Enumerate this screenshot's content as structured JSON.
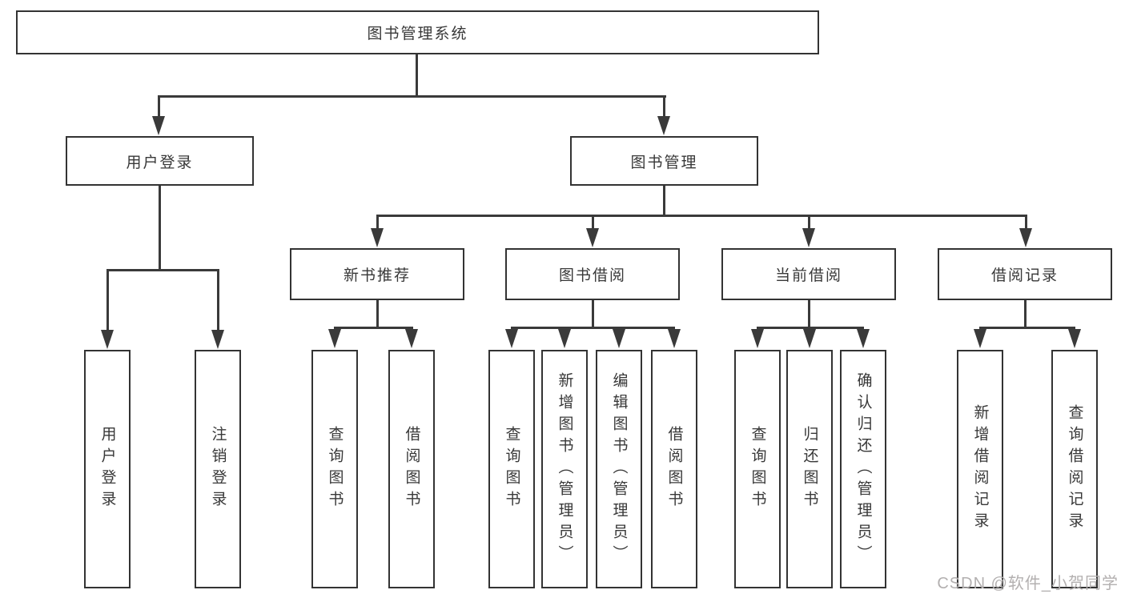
{
  "tree": {
    "label": "图书管理系统",
    "children": [
      {
        "label": "用户登录",
        "children": [
          {
            "label": "用户登录"
          },
          {
            "label": "注销登录"
          }
        ]
      },
      {
        "label": "图书管理",
        "children": [
          {
            "label": "新书推荐",
            "children": [
              {
                "label": "查询图书"
              },
              {
                "label": "借阅图书"
              }
            ]
          },
          {
            "label": "图书借阅",
            "children": [
              {
                "label": "查询图书"
              },
              {
                "label": "新增图书（管理员）"
              },
              {
                "label": "编辑图书（管理员）"
              },
              {
                "label": "借阅图书"
              }
            ]
          },
          {
            "label": "当前借阅",
            "children": [
              {
                "label": "查询图书"
              },
              {
                "label": "归还图书"
              },
              {
                "label": "确认归还（管理员）"
              }
            ]
          },
          {
            "label": "借阅记录",
            "children": [
              {
                "label": "新增借阅记录"
              },
              {
                "label": "查询借阅记录"
              }
            ]
          }
        ]
      }
    ]
  },
  "watermark": {
    "text": "CSDN @软件_小贺同学"
  },
  "colors": {
    "line": "#3a3a3a",
    "box_border": "#333333",
    "text": "#383838",
    "watermark": "#b3b0b0",
    "background": "#ffffff"
  }
}
